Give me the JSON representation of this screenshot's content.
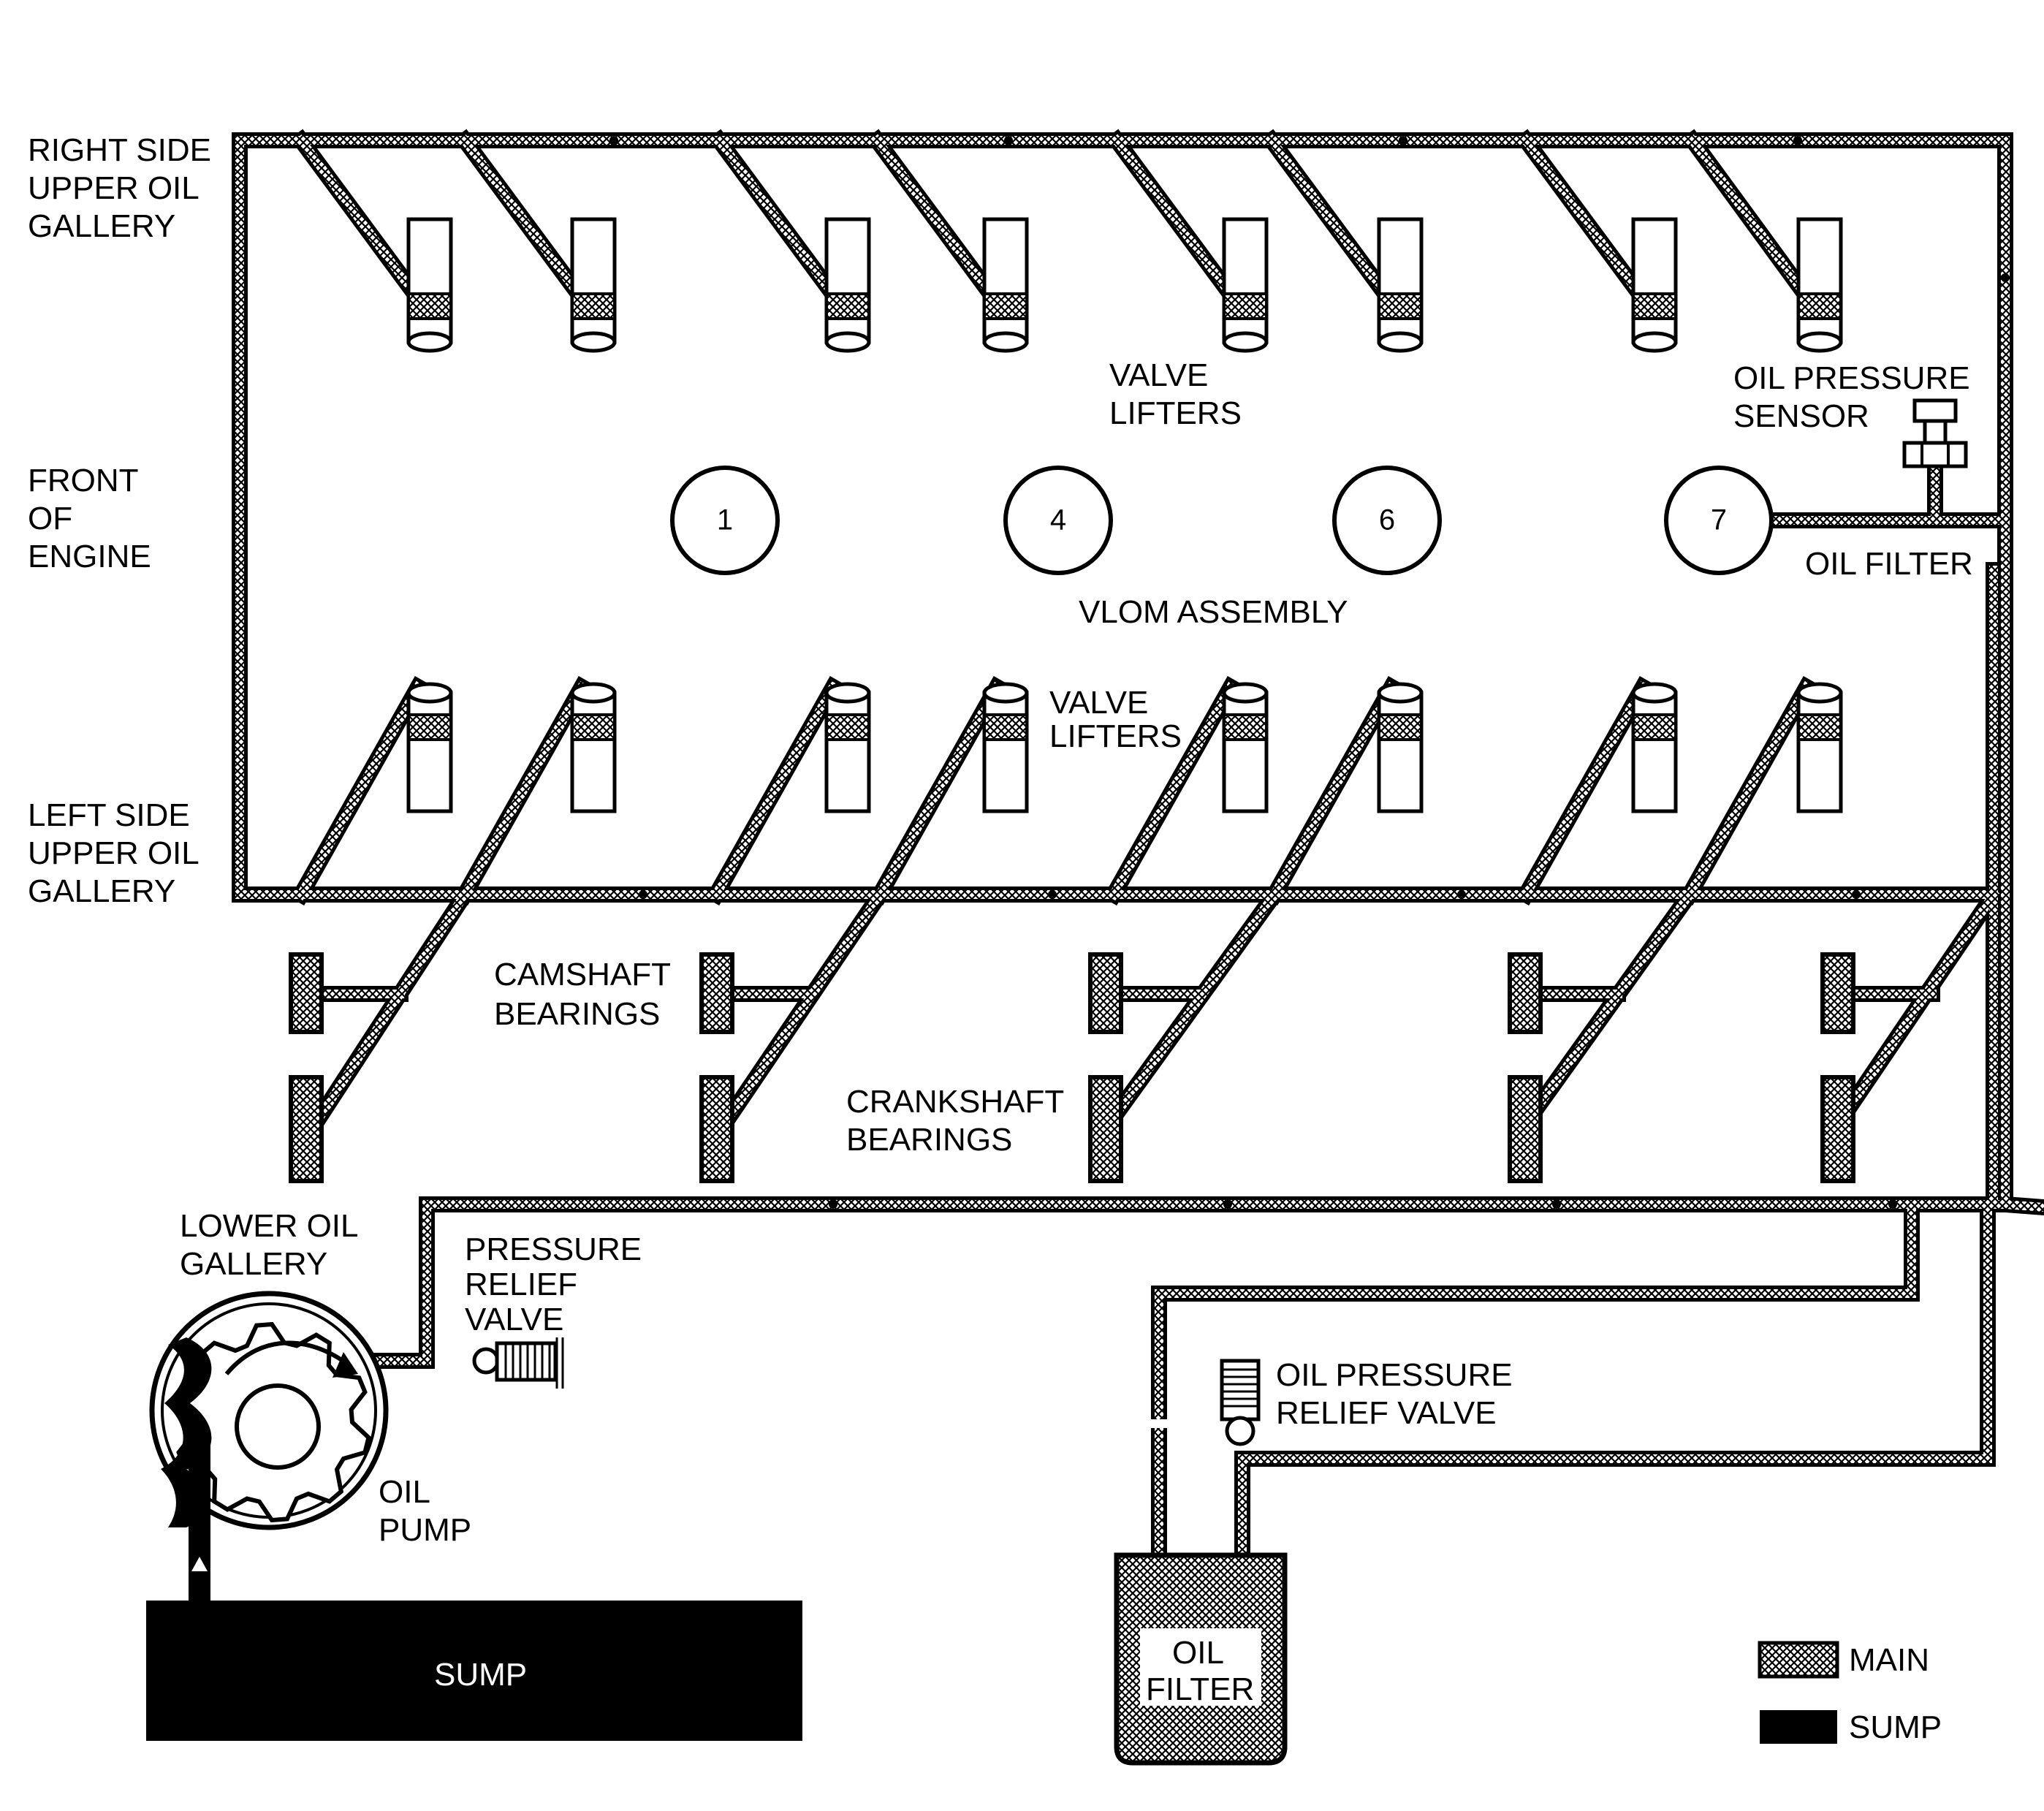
{
  "labels": {
    "right_gallery": [
      "RIGHT SIDE",
      "UPPER OIL",
      "GALLERY"
    ],
    "front_engine": [
      "FRONT",
      "OF",
      "ENGINE"
    ],
    "left_gallery": [
      "LEFT SIDE",
      "UPPER OIL",
      "GALLERY"
    ],
    "valve_lifters_top": [
      "VALVE",
      "LIFTERS"
    ],
    "valve_lifters_bottom": [
      "VALVE",
      "LIFTERS"
    ],
    "oil_pressure_sensor": [
      "OIL PRESSURE",
      "SENSOR"
    ],
    "oil_filter_right": "OIL FILTER",
    "vlom_assembly": "VLOM ASSEMBLY",
    "camshaft_bearings": [
      "CAMSHAFT",
      "BEARINGS"
    ],
    "crankshaft_bearings": [
      "CRANKSHAFT",
      "BEARINGS"
    ],
    "lower_oil_gallery": [
      "LOWER OIL",
      "GALLERY"
    ],
    "pressure_relief_valve": [
      "PRESSURE",
      "RELIEF",
      "VALVE"
    ],
    "oil_pressure_relief_valve": [
      "OIL PRESSURE",
      "RELIEF VALVE"
    ],
    "oil_pump": [
      "OIL",
      "PUMP"
    ],
    "sump": "SUMP",
    "oil_filter": [
      "OIL",
      "FILTER"
    ]
  },
  "vlom_nodes": [
    "1",
    "4",
    "6",
    "7"
  ],
  "legend": [
    {
      "label": "MAIN",
      "pattern": "crosshatch"
    },
    {
      "label": "SUMP",
      "pattern": "solid"
    }
  ],
  "colors": {
    "line": "#000000",
    "background": "#ffffff"
  }
}
